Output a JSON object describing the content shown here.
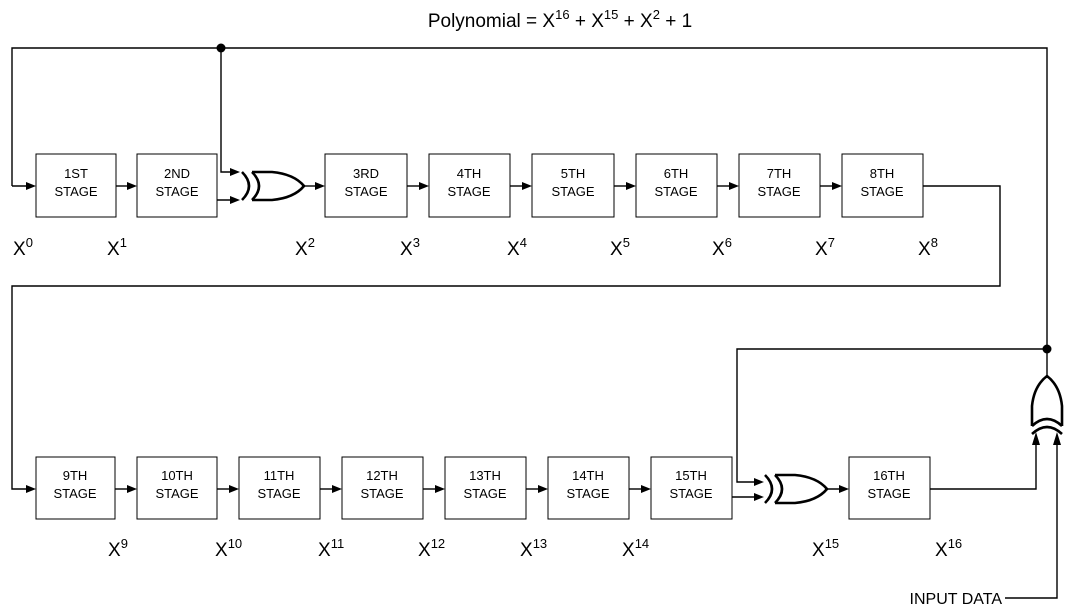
{
  "title": {
    "prefix": "Polynomial = X",
    "terms": [
      {
        "sup": "16",
        "after": " + X"
      },
      {
        "sup": "15",
        "after": " + X"
      },
      {
        "sup": "2",
        "after": " + 1"
      }
    ]
  },
  "stages": [
    {
      "line1": "1ST",
      "line2": "STAGE"
    },
    {
      "line1": "2ND",
      "line2": "STAGE"
    },
    {
      "line1": "3RD",
      "line2": "STAGE"
    },
    {
      "line1": "4TH",
      "line2": "STAGE"
    },
    {
      "line1": "5TH",
      "line2": "STAGE"
    },
    {
      "line1": "6TH",
      "line2": "STAGE"
    },
    {
      "line1": "7TH",
      "line2": "STAGE"
    },
    {
      "line1": "8TH",
      "line2": "STAGE"
    },
    {
      "line1": "9TH",
      "line2": "STAGE"
    },
    {
      "line1": "10TH",
      "line2": "STAGE"
    },
    {
      "line1": "11TH",
      "line2": "STAGE"
    },
    {
      "line1": "12TH",
      "line2": "STAGE"
    },
    {
      "line1": "13TH",
      "line2": "STAGE"
    },
    {
      "line1": "14TH",
      "line2": "STAGE"
    },
    {
      "line1": "15TH",
      "line2": "STAGE"
    },
    {
      "line1": "16TH",
      "line2": "STAGE"
    }
  ],
  "powers": [
    {
      "base": "X",
      "exp": "0"
    },
    {
      "base": "X",
      "exp": "1"
    },
    {
      "base": "X",
      "exp": "2"
    },
    {
      "base": "X",
      "exp": "3"
    },
    {
      "base": "X",
      "exp": "4"
    },
    {
      "base": "X",
      "exp": "5"
    },
    {
      "base": "X",
      "exp": "6"
    },
    {
      "base": "X",
      "exp": "7"
    },
    {
      "base": "X",
      "exp": "8"
    },
    {
      "base": "X",
      "exp": "9"
    },
    {
      "base": "X",
      "exp": "10"
    },
    {
      "base": "X",
      "exp": "11"
    },
    {
      "base": "X",
      "exp": "12"
    },
    {
      "base": "X",
      "exp": "13"
    },
    {
      "base": "X",
      "exp": "14"
    },
    {
      "base": "X",
      "exp": "15"
    },
    {
      "base": "X",
      "exp": "16"
    }
  ],
  "input_label": "INPUT DATA"
}
